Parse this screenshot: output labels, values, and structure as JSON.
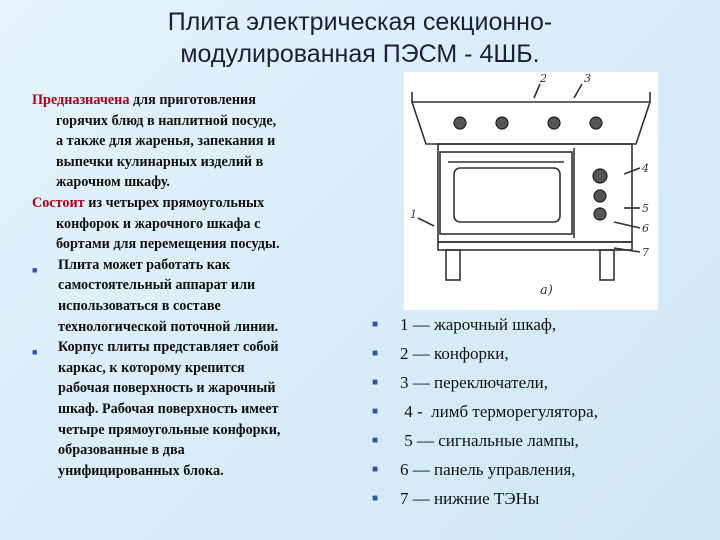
{
  "title": {
    "line1": "Плита  электрическая секционно-",
    "line2": "модулированная ПЭСМ - 4ШБ."
  },
  "description": {
    "p1_accent": "Предназначена",
    "p1_first": " для приготовления",
    "p1_lines": [
      "горячих блюд в наплитной посуде,",
      "а также для жаренья, запекания и",
      "выпечки кулинарных изделий в",
      "жарочном шкафу."
    ],
    "p2_accent": "Состоит",
    "p2_first": " из четырех прямоугольных",
    "p2_lines": [
      "конфорок и жарочного шкафа с",
      "бортами для перемещения посуды."
    ],
    "bullets": [
      {
        "lines": [
          "Плита может работать как",
          "самостоятельный аппарат или",
          "использоваться в составе",
          "технологической поточной линии."
        ]
      },
      {
        "lines": [
          "Корпус плиты представляет собой",
          "каркас, к которому крепится",
          "рабочая поверхность и жарочный",
          "шкаф. Рабочая поверхность имеет",
          "четыре прямоугольные конфорки,",
          "образованные в два",
          "унифицированных блока."
        ]
      }
    ]
  },
  "figure": {
    "callouts": [
      "2",
      "3",
      "1",
      "4",
      "5",
      "6",
      "7"
    ],
    "caption": "а)"
  },
  "legend": {
    "items": [
      "1 — жарочный шкаф,",
      "2 — конфорки,",
      "3 — переключатели,",
      " 4 -  лимб терморегулятора,",
      " 5 — сигнальные лампы,",
      "6 — панель управления,",
      "7 — нижние ТЭНы"
    ]
  },
  "colors": {
    "background": "#d9edf8",
    "accent_text": "#b0001a",
    "bullet": "#2a58a8",
    "title_text": "#1e1e3c"
  },
  "icons": {
    "bullet": "square-bullet-icon"
  }
}
